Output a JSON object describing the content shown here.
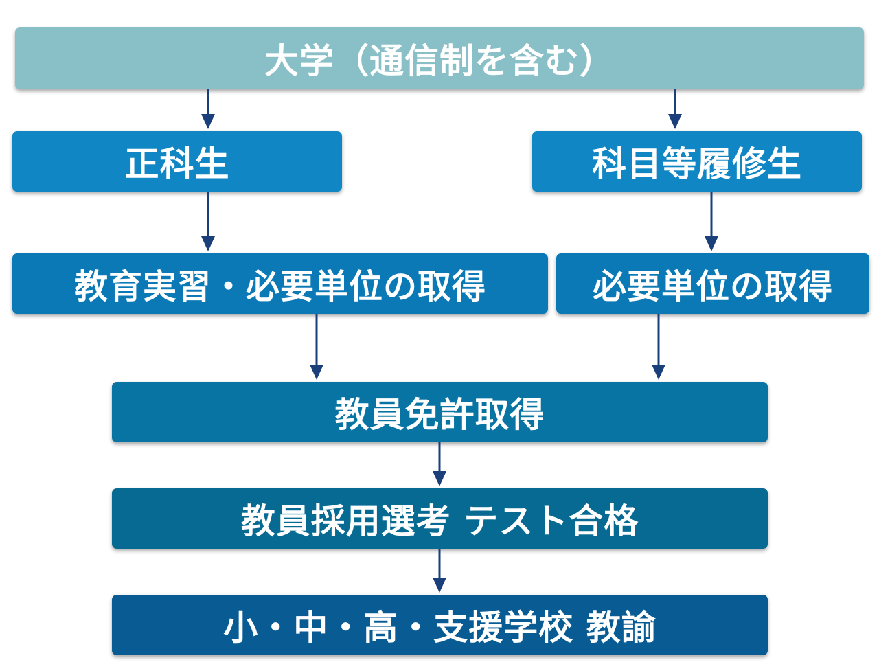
{
  "nodes": {
    "university": "大学（通信制を含む）",
    "regular_student": "正科生",
    "non_degree_student": "科目等履修生",
    "practicum_credits": "教育実習・必要単位の取得",
    "required_credits": "必要単位の取得",
    "license": "教員免許取得",
    "exam": "教員採用選考 テスト合格",
    "teacher": "小・中・高・支援学校 教諭"
  },
  "colors": {
    "university_box": "#89bfc7",
    "student_boxes": "#1186c5",
    "credit_boxes": "#0b79b6",
    "license_box": "#0874a3",
    "exam_box": "#066a93",
    "teacher_box": "#085b93",
    "arrow": "#1a3f7a",
    "text": "#ffffff"
  },
  "edges": [
    {
      "from": "university",
      "to": "regular_student"
    },
    {
      "from": "university",
      "to": "non_degree_student"
    },
    {
      "from": "regular_student",
      "to": "practicum_credits"
    },
    {
      "from": "non_degree_student",
      "to": "required_credits"
    },
    {
      "from": "practicum_credits",
      "to": "license"
    },
    {
      "from": "required_credits",
      "to": "license"
    },
    {
      "from": "license",
      "to": "exam"
    },
    {
      "from": "exam",
      "to": "teacher"
    }
  ]
}
